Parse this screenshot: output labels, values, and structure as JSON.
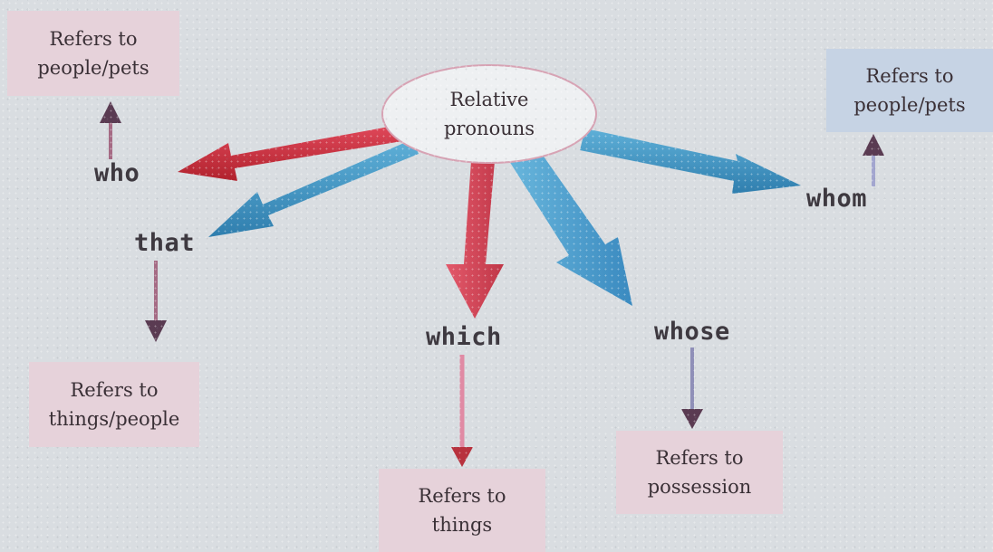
{
  "center": {
    "line1": "Relative",
    "line2": "pronouns"
  },
  "branches": [
    {
      "word": "who",
      "desc_line1": "Refers to",
      "desc_line2": "people/pets"
    },
    {
      "word": "that",
      "desc_line1": "Refers to",
      "desc_line2": "things/people"
    },
    {
      "word": "which",
      "desc_line1": "Refers to",
      "desc_line2": "things"
    },
    {
      "word": "whose",
      "desc_line1": "Refers to",
      "desc_line2": "possession"
    },
    {
      "word": "whom",
      "desc_line1": "Refers to",
      "desc_line2": "people/pets"
    }
  ],
  "colors": {
    "red_arrow": "#c8303a",
    "blue_arrow": "#3f93c0",
    "pink_box": "#e6d2da",
    "blue_box": "#c6d3e4",
    "connector_pink": "#a56a84",
    "connector_blue": "#8f8fb8",
    "head_dark": "#5a3b52"
  }
}
